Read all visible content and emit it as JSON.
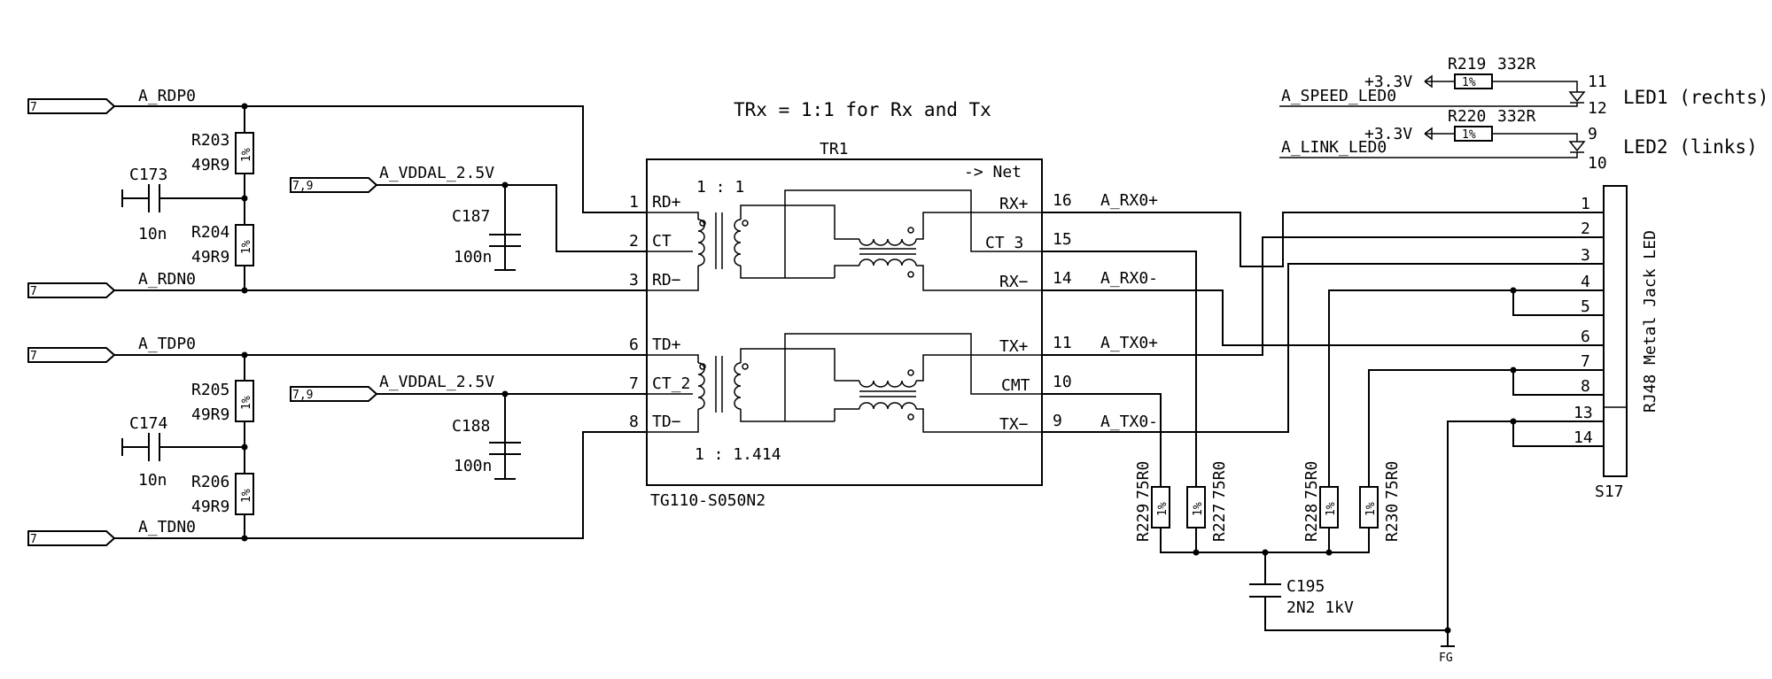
{
  "header": {
    "note": "TRx = 1:1 for Rx and Tx"
  },
  "transformer": {
    "ref": "TR1",
    "part": "TG110-S050N2",
    "net_dir": "-> Net",
    "ratio_top": "1 : 1",
    "ratio_bottom": "1 : 1.414",
    "left_pins": [
      {
        "num": "1",
        "name": "RD+"
      },
      {
        "num": "2",
        "name": "CT"
      },
      {
        "num": "3",
        "name": "RD−"
      },
      {
        "num": "6",
        "name": "TD+"
      },
      {
        "num": "7",
        "name": "CT_2"
      },
      {
        "num": "8",
        "name": "TD−"
      }
    ],
    "right_pins": [
      {
        "num": "16",
        "name": "RX+"
      },
      {
        "num": "15",
        "name": "CT_3"
      },
      {
        "num": "14",
        "name": "RX−"
      },
      {
        "num": "11",
        "name": "TX+"
      },
      {
        "num": "10",
        "name": "CMT"
      },
      {
        "num": "9",
        "name": "TX−"
      }
    ]
  },
  "offpage": {
    "rdp": {
      "label": "7",
      "net": "A_RDP0"
    },
    "rdn": {
      "label": "7",
      "net": "A_RDN0"
    },
    "tdp": {
      "label": "7",
      "net": "A_TDP0"
    },
    "tdn": {
      "label": "7",
      "net": "A_TDN0"
    },
    "vdd1": {
      "label": "7,9",
      "net": "A_VDDAL_2.5V"
    },
    "vdd2": {
      "label": "7,9",
      "net": "A_VDDAL_2.5V"
    }
  },
  "resistors": {
    "r203": {
      "ref": "R203",
      "value": "49R9",
      "tol": "1%"
    },
    "r204": {
      "ref": "R204",
      "value": "49R9",
      "tol": "1%"
    },
    "r205": {
      "ref": "R205",
      "value": "49R9",
      "tol": "1%"
    },
    "r206": {
      "ref": "R206",
      "value": "49R9",
      "tol": "1%"
    },
    "r229": {
      "ref": "R229",
      "value": "75R0",
      "tol": "1%"
    },
    "r227": {
      "ref": "R227",
      "value": "75R0",
      "tol": "1%"
    },
    "r228": {
      "ref": "R228",
      "value": "75R0",
      "tol": "1%"
    },
    "r230": {
      "ref": "R230",
      "value": "75R0",
      "tol": "1%"
    },
    "r219": {
      "ref": "R219",
      "value": "332R",
      "tol": "1%"
    },
    "r220": {
      "ref": "R220",
      "value": "332R",
      "tol": "1%"
    }
  },
  "capacitors": {
    "c173": {
      "ref": "C173",
      "value": "10n"
    },
    "c174": {
      "ref": "C174",
      "value": "10n"
    },
    "c187": {
      "ref": "C187",
      "value": "100n"
    },
    "c188": {
      "ref": "C188",
      "value": "100n"
    },
    "c195": {
      "ref": "C195",
      "value": "2N2 1kV"
    }
  },
  "nets": {
    "rx_p": "A_RX0+",
    "rx_n": "A_RX0-",
    "tx_p": "A_TX0+",
    "tx_n": "A_TX0-"
  },
  "leds": {
    "supply": "+3.3V",
    "speed_net": "A_SPEED_LED0",
    "link_net": "A_LINK_LED0",
    "led1": "LED1 (rechts)",
    "led2": "LED2 (links)",
    "pins": {
      "p11": "11",
      "p12": "12",
      "p9": "9",
      "p10": "10"
    }
  },
  "connector": {
    "ref": "S17",
    "name": "RJ48 Metal Jack LED",
    "pins": [
      "1",
      "2",
      "3",
      "4",
      "5",
      "6",
      "7",
      "8",
      "13",
      "14"
    ]
  },
  "ground": "FG"
}
